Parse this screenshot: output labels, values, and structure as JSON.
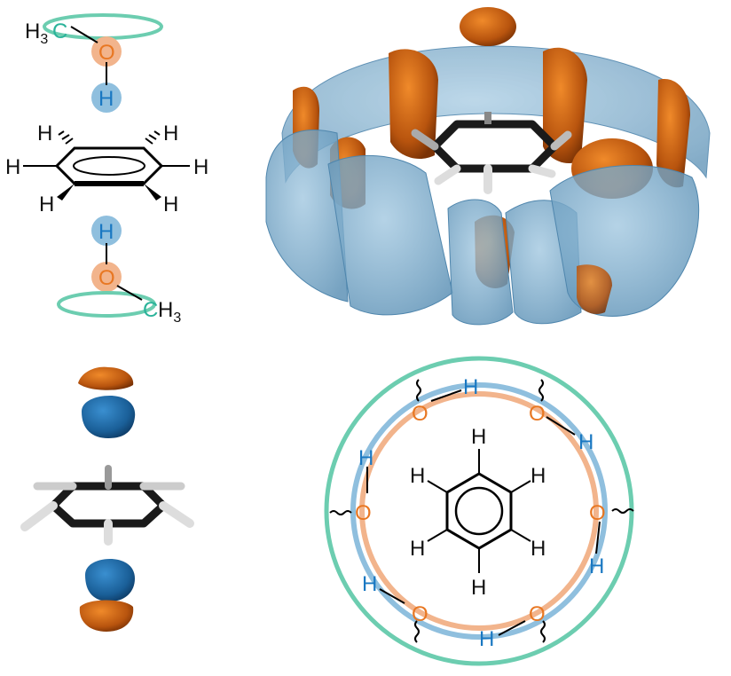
{
  "colors": {
    "orange": "#E87722",
    "orange_light": "#F2B48C",
    "blue": "#1A78C2",
    "blue_light": "#8FBFDE",
    "teal": "#6CCDB0",
    "surface_orange": "#B8540E",
    "surface_blue": "#7FB0CF",
    "carbon": "#1c1c1c"
  },
  "panel_a": {
    "methanol_top": {
      "h3": "H",
      "sub": "3",
      "c": "C",
      "o": "O",
      "h": "H"
    },
    "benzene_h": "H",
    "methanol_bottom": {
      "h": "H",
      "o": "O",
      "c": "C",
      "h3": "H",
      "sub": "3"
    }
  },
  "panel_d": {
    "ring_h": "H",
    "o": "O",
    "h": "H"
  }
}
